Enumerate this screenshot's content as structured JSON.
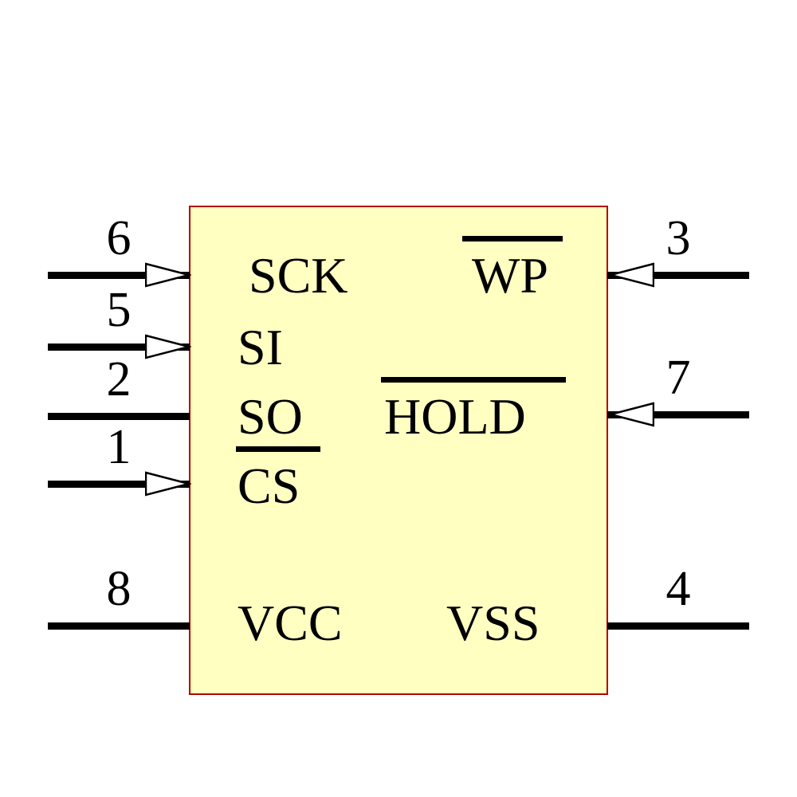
{
  "colors": {
    "body_fill": "#FFFFC2",
    "body_border": "#B40000",
    "line": "#000000"
  },
  "chip": {
    "shape": "rectangle"
  },
  "pins": {
    "left": [
      {
        "number": "6",
        "name": "SCK",
        "arrow": true,
        "overline": false
      },
      {
        "number": "5",
        "name": "SI",
        "arrow": true,
        "overline": false
      },
      {
        "number": "2",
        "name": "SO",
        "arrow": false,
        "overline": false
      },
      {
        "number": "1",
        "name": "CS",
        "arrow": true,
        "overline": true
      },
      {
        "number": "8",
        "name": "VCC",
        "arrow": false,
        "overline": false
      }
    ],
    "right": [
      {
        "number": "3",
        "name": "WP",
        "arrow": true,
        "overline": true
      },
      {
        "number": "7",
        "name": "HOLD",
        "arrow": true,
        "overline": true
      },
      {
        "number": "4",
        "name": "VSS",
        "arrow": false,
        "overline": false
      }
    ]
  }
}
